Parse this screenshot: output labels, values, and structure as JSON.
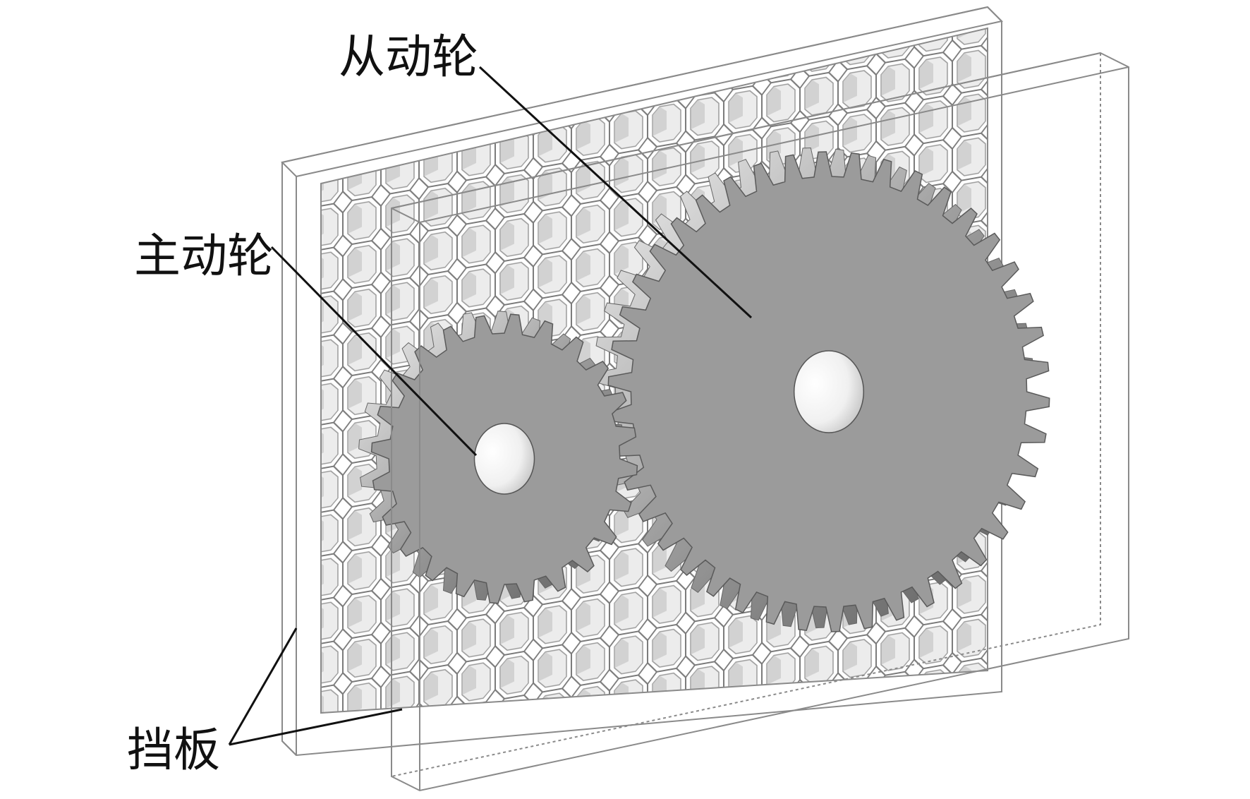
{
  "labels": {
    "driven_gear": "从动轮",
    "driving_gear": "主动轮",
    "baffle": "挡板"
  },
  "colors": {
    "background": "#ffffff",
    "gear": "#9b9b9b",
    "plate_outline": "#8a8a8a",
    "lattice": "#e6e6e6",
    "leader_line": "#111111"
  },
  "gears": {
    "driving": {
      "teeth": 24
    },
    "driven": {
      "teeth": 42
    }
  }
}
